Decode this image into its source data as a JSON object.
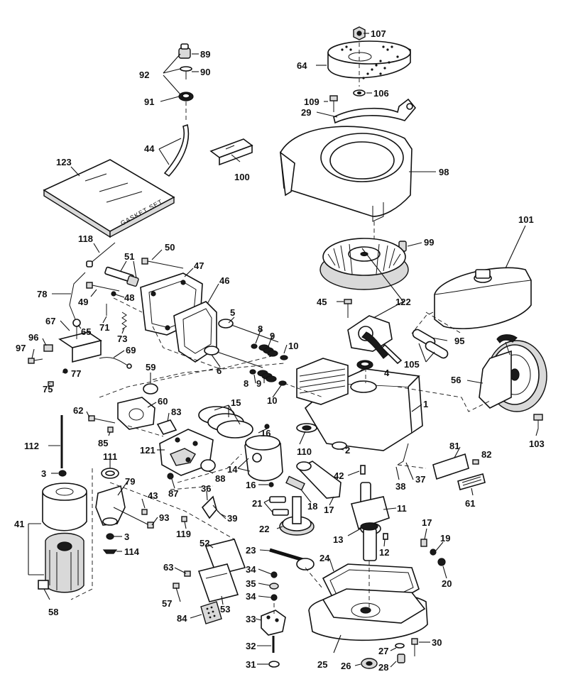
{
  "diagram": {
    "colors": {
      "ink": "#111111",
      "paper": "#ffffff",
      "shade": "#d9d9d9"
    },
    "gasket_set_text": "GASKET SET",
    "callouts": [
      "107",
      "64",
      "89",
      "92",
      "90",
      "109",
      "106",
      "91",
      "29",
      "44",
      "123",
      "100",
      "98",
      "101",
      "118",
      "50",
      "99",
      "51",
      "47",
      "49",
      "48",
      "46",
      "45",
      "122",
      "78",
      "71",
      "73",
      "5",
      "67",
      "65",
      "8",
      "9",
      "10",
      "95",
      "96",
      "97",
      "69",
      "77",
      "75",
      "6",
      "8",
      "9",
      "10",
      "4",
      "105",
      "56",
      "59",
      "60",
      "62",
      "83",
      "15",
      "16",
      "1",
      "85",
      "112",
      "111",
      "121",
      "88",
      "14",
      "110",
      "2",
      "81",
      "82",
      "16",
      "42",
      "61",
      "3",
      "79",
      "87",
      "37",
      "38",
      "43",
      "36",
      "21",
      "18",
      "17",
      "11",
      "41",
      "93",
      "39",
      "119",
      "22",
      "13",
      "3",
      "114",
      "12",
      "17",
      "19",
      "52",
      "23",
      "24",
      "20",
      "63",
      "34",
      "35",
      "57",
      "53",
      "34",
      "58",
      "84",
      "33",
      "30",
      "32",
      "27",
      "25",
      "26",
      "28",
      "31",
      "103"
    ]
  }
}
